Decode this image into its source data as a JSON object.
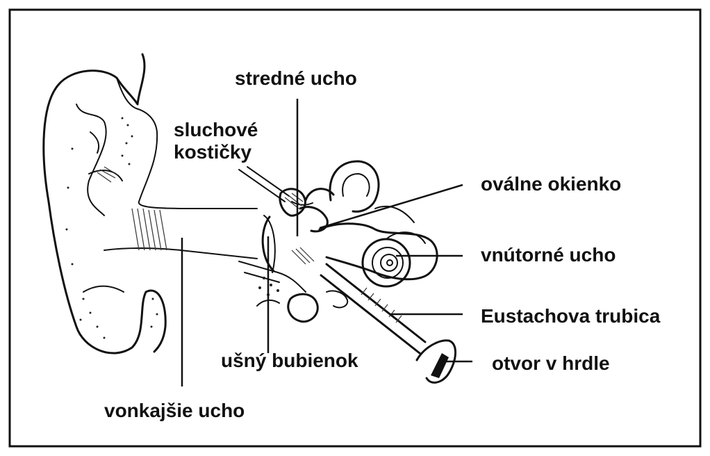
{
  "labels": {
    "middle_ear": "stredné ucho",
    "ossicles_line1": "sluchové",
    "ossicles_line2": "kostičky",
    "oval_window": "oválne okienko",
    "inner_ear": "vnútorné ucho",
    "eustachian_tube": "Eustachova trubica",
    "throat_opening": "otvor v hrdle",
    "eardrum": "ušný bubienok",
    "outer_ear": "vonkajšie ucho"
  },
  "colors": {
    "ink": "#111111",
    "background": "#ffffff"
  }
}
